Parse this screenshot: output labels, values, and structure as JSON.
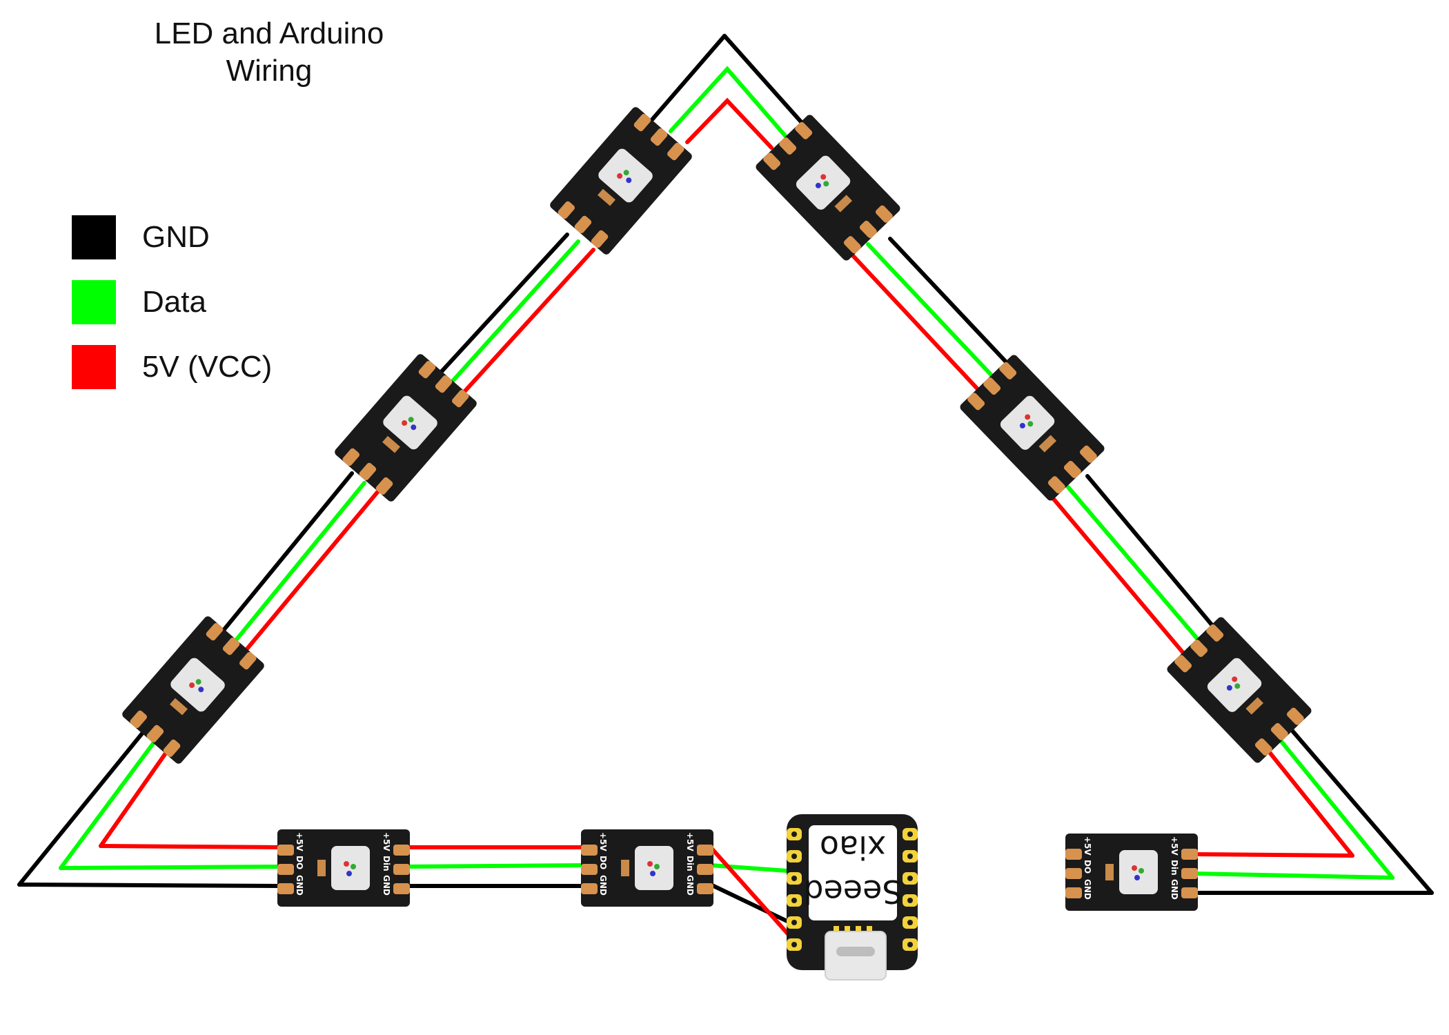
{
  "title": {
    "line1": "LED and Arduino",
    "line2": "Wiring"
  },
  "legend": [
    {
      "label": "GND",
      "color": "#000000"
    },
    {
      "label": "Data",
      "color": "#00ff00"
    },
    {
      "label": "5V (VCC)",
      "color": "#ff0000"
    }
  ],
  "wire_colors": {
    "gnd": "#000000",
    "data": "#00ff00",
    "vcc": "#ff0000"
  },
  "led_module": {
    "pins": [
      "+5V",
      "Din",
      "GND",
      "+5V",
      "DO",
      "GND"
    ],
    "board_color": "#1a1a1a",
    "pad_color": "#d7924e"
  },
  "controller": {
    "brand_line1": "xiao",
    "brand_line2": "Seeed",
    "body_color": "#1b1b1b",
    "pad_color": "#f3d23a"
  }
}
